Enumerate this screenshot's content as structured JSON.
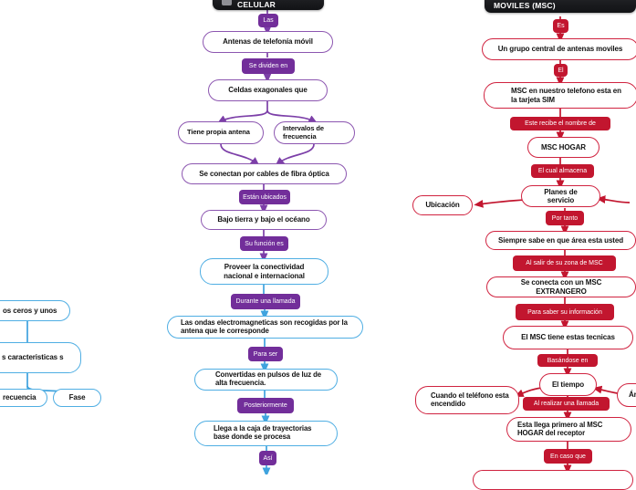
{
  "diagram": {
    "title_left": "TELEFONIA CELULAR",
    "title_right": "CENTRO DE CONMUTACIÓN DE MOVILES (MSC)",
    "colors": {
      "purple": "#722E9A",
      "purple_border": "#8C56B0",
      "red": "#C2162F",
      "red_border": "#D02340",
      "blue_border": "#4FAEE3",
      "header_dark": "#1c1d20",
      "node_fill": "#FFFFFF",
      "label_text": "#FFFFFF"
    }
  },
  "left_branch": {
    "nodes": [
      {
        "id": "n1",
        "text": "Antenas de telefonía móvil"
      },
      {
        "id": "n2",
        "text": "Celdas exagonales que"
      },
      {
        "id": "n3",
        "text": "Tiene propia antena"
      },
      {
        "id": "n4",
        "text": "Intervalos de frecuencia"
      },
      {
        "id": "n5",
        "text": "Se conectan por cables de fibra óptica"
      },
      {
        "id": "n6",
        "text": "Bajo tierra y bajo el océano"
      },
      {
        "id": "n7",
        "text": "Proveer la conectividad nacional e internacional"
      },
      {
        "id": "n8",
        "text": "Las ondas electromagneticas son recogidas por la antena que le corresponde"
      },
      {
        "id": "n9",
        "text": "Convertidas en pulsos de luz de alta frecuencia."
      },
      {
        "id": "n10",
        "text": "Llega a la caja de trayectorias base donde se procesa"
      }
    ],
    "labels": [
      {
        "id": "l1",
        "text": "Las"
      },
      {
        "id": "l2",
        "text": "Se dividen en"
      },
      {
        "id": "l3",
        "text": "Están ubicados"
      },
      {
        "id": "l4",
        "text": "Su función es"
      },
      {
        "id": "l5",
        "text": "Durante una llamada"
      },
      {
        "id": "l6",
        "text": "Para ser"
      },
      {
        "id": "l7",
        "text": "Posteriormente"
      },
      {
        "id": "l8",
        "text": "Así"
      }
    ]
  },
  "far_left_branch": {
    "nodes": [
      {
        "id": "f1",
        "text": "os ceros y unos"
      },
      {
        "id": "f2",
        "text": "s caracteristicas s"
      },
      {
        "id": "f3",
        "text": "recuencia"
      },
      {
        "id": "f4",
        "text": "Fase"
      }
    ]
  },
  "right_branch": {
    "nodes": [
      {
        "id": "r1",
        "text": "Un grupo central de antenas moviles"
      },
      {
        "id": "r2",
        "text": "MSC en nuestro telefono esta en la tarjeta SIM"
      },
      {
        "id": "r3",
        "text": "MSC HOGAR"
      },
      {
        "id": "r4",
        "text": "Planes de servicio"
      },
      {
        "id": "r5",
        "text": "Ubicación"
      },
      {
        "id": "r6",
        "text": "Siempre sabe en que área esta usted"
      },
      {
        "id": "r7",
        "text": "Se conecta con un MSC EXTRANGERO"
      },
      {
        "id": "r8",
        "text": "El MSC tiene estas tecnicas"
      },
      {
        "id": "r9",
        "text": "El tiempo"
      },
      {
        "id": "r10",
        "text": "Cuando el teléfono esta encendido"
      },
      {
        "id": "r11",
        "text": "Ár"
      },
      {
        "id": "r12",
        "text": "Esta llega primero al MSC HOGAR del receptor"
      }
    ],
    "labels": [
      {
        "id": "m1",
        "text": "Es"
      },
      {
        "id": "m2",
        "text": "El"
      },
      {
        "id": "m3",
        "text": "Este recibe el nombre de"
      },
      {
        "id": "m4",
        "text": "El cual almacena"
      },
      {
        "id": "m5",
        "text": "Por tanto"
      },
      {
        "id": "m6",
        "text": "Al salir de su zona de MSC"
      },
      {
        "id": "m7",
        "text": "Para saber su información"
      },
      {
        "id": "m8",
        "text": "Basándose  en"
      },
      {
        "id": "m9",
        "text": "Al realizar una llamada"
      },
      {
        "id": "m10",
        "text": "En caso que"
      }
    ]
  }
}
